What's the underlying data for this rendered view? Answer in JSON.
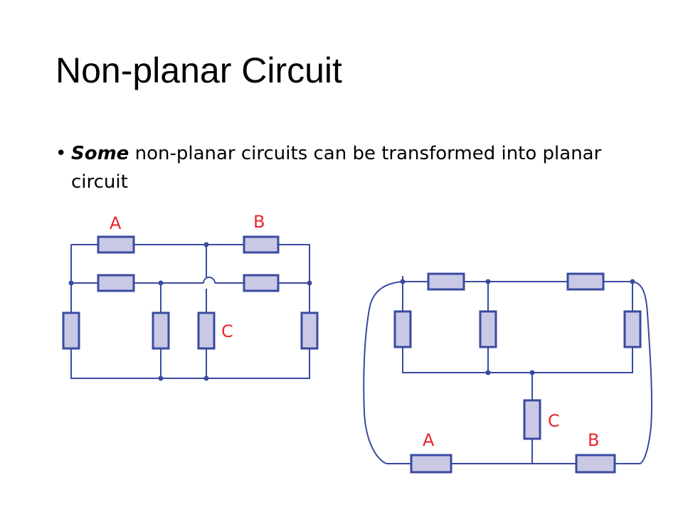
{
  "slide": {
    "title": "Non-planar Circuit",
    "bullet": {
      "marker": "•",
      "emphasis": "Some",
      "text": " non-planar circuits can be transformed into planar circuit"
    }
  },
  "diagram": {
    "wire_color": "#3a4aa0",
    "resistor_fill": "#c9c9e6",
    "label_color": "#e8262c",
    "left_labels": {
      "a": "A",
      "b": "B",
      "c": "C"
    },
    "right_labels": {
      "a": "A",
      "b": "B",
      "c": "C"
    }
  }
}
